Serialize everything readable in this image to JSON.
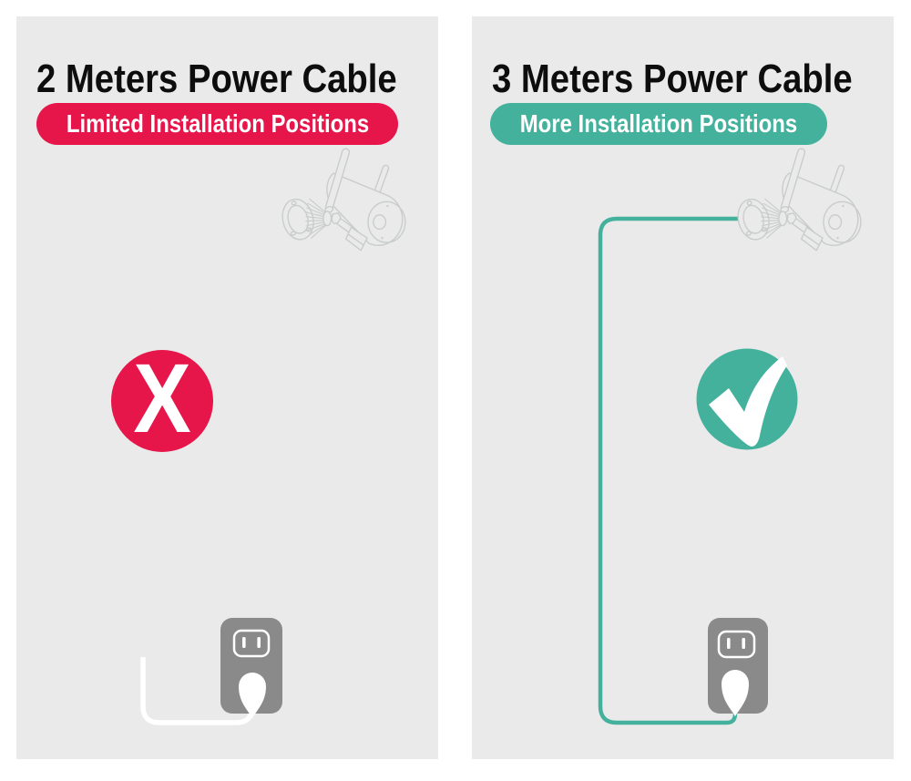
{
  "colors": {
    "page_bg": "#ffffff",
    "panel_bg": "#eaeaea",
    "red": "#e6164b",
    "teal": "#44b19c",
    "outlet_gray": "#8a8a8a",
    "line_art": "#c8cccb",
    "title_color": "#0d0d0d",
    "cable_left": "#ffffff"
  },
  "panels": {
    "left": {
      "title": "2 Meters Power Cable",
      "badge_label": "Limited Installation Positions",
      "status_glyph": "X"
    },
    "right": {
      "title": "3 Meters Power Cable",
      "badge_label": "More Installation Positions"
    }
  }
}
